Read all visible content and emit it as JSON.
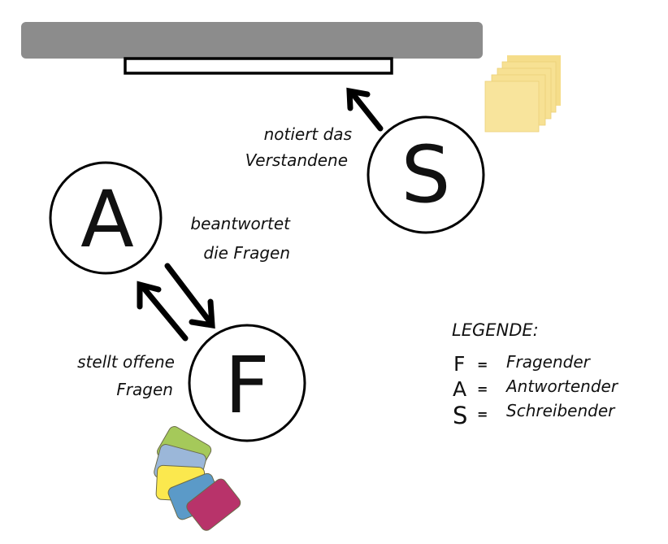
{
  "diagram": {
    "board": {
      "fill": "#8c8c8c",
      "ledge_fill": "#ffffff"
    },
    "sticky_notes": {
      "fill": "#f7e08e",
      "edge": "#e8cc6a",
      "count": 5
    },
    "roles": {
      "S": {
        "letter": "S",
        "caption_lines": [
          "notiert das",
          "Verstandene"
        ]
      },
      "A": {
        "letter": "A",
        "caption_lines": [
          "beantwortet",
          "die Fragen"
        ]
      },
      "F": {
        "letter": "F",
        "caption_lines": [
          "stellt offene",
          "Fragen"
        ]
      }
    },
    "cards": {
      "colors": [
        "#a5c95a",
        "#9bb7d9",
        "#fbe84e",
        "#5b9ac8",
        "#b8336a"
      ]
    },
    "legend": {
      "title": "LEGENDE:",
      "items": [
        {
          "letter": "F",
          "sep": "=",
          "label": "Fragender"
        },
        {
          "letter": "A",
          "sep": "=",
          "label": "Antwortender"
        },
        {
          "letter": "S",
          "sep": "=",
          "label": "Schreibender"
        }
      ]
    }
  }
}
